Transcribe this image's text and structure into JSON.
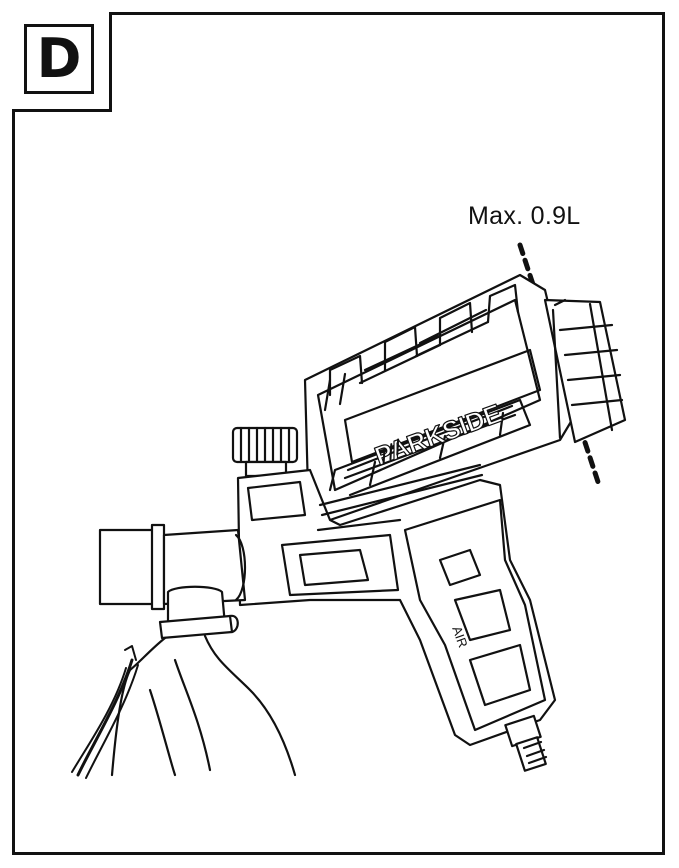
{
  "figure": {
    "letter": "D",
    "capacity_label": "Max. 0.9L",
    "brand": "PARKSIDE",
    "grip_label": "AIR"
  },
  "colors": {
    "line": "#111111",
    "background": "#ffffff"
  }
}
